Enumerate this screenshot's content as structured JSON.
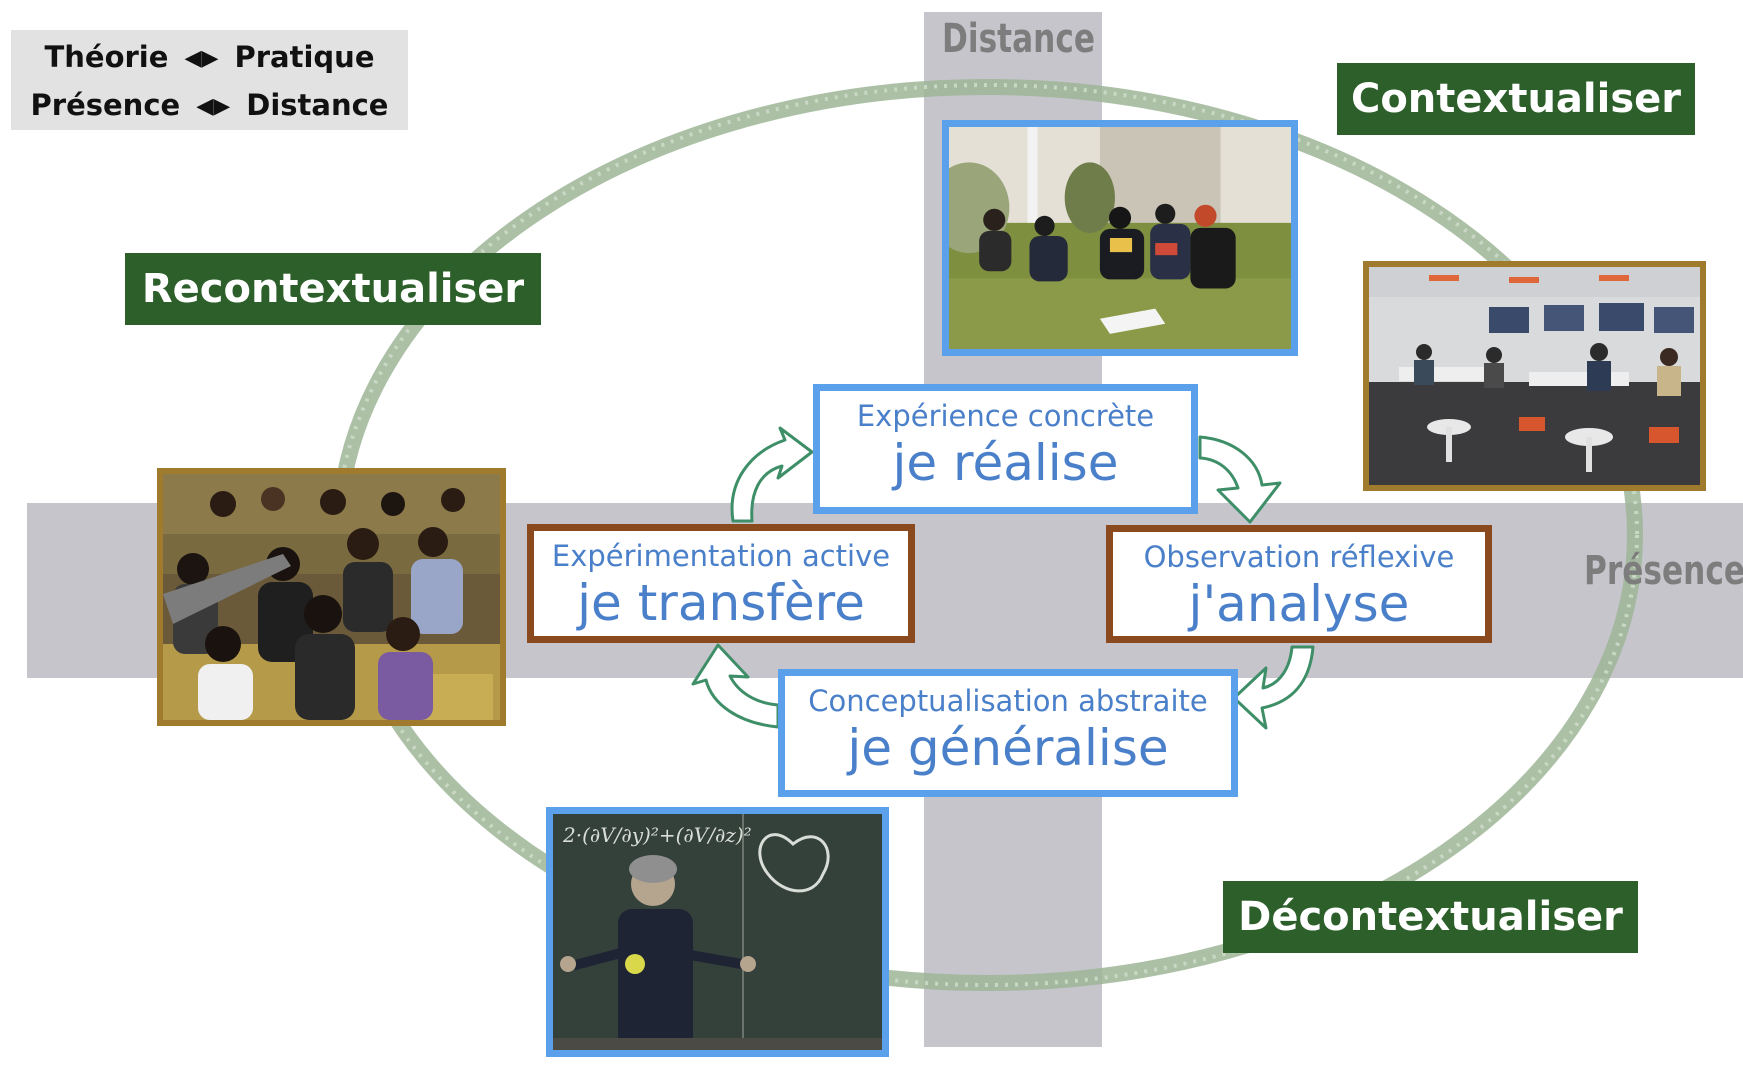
{
  "legend": {
    "line1": {
      "left": "Théorie",
      "right": "Pratique"
    },
    "line2": {
      "left": "Présence",
      "right": "Distance"
    },
    "arrow": "◀▶"
  },
  "axes": {
    "vertical": "Distance",
    "horizontal": "Présence"
  },
  "phases": {
    "contextualiser": "Contextualiser",
    "recontextualiser": "Recontextualiser",
    "decontextualiser": "Décontextualiser"
  },
  "stages": {
    "concrete": {
      "title": "Expérience concrète",
      "action": "je réalise"
    },
    "reflexive": {
      "title": "Observation réflexive",
      "action": "j'analyse"
    },
    "abstract": {
      "title": "Conceptualisation abstraite",
      "action": "je généralise"
    },
    "active": {
      "title": "Expérimentation active",
      "action": "je transfère"
    }
  },
  "colors": {
    "band": "#c6c5cc",
    "ellipse": "#9db597",
    "phase_bg": "#2c5f2a",
    "cycle_arrow": "#3e8f68",
    "stage_blue": "#5aa0ea",
    "stage_brown": "#8a4a1e",
    "photo_gold": "#a07b2e"
  }
}
